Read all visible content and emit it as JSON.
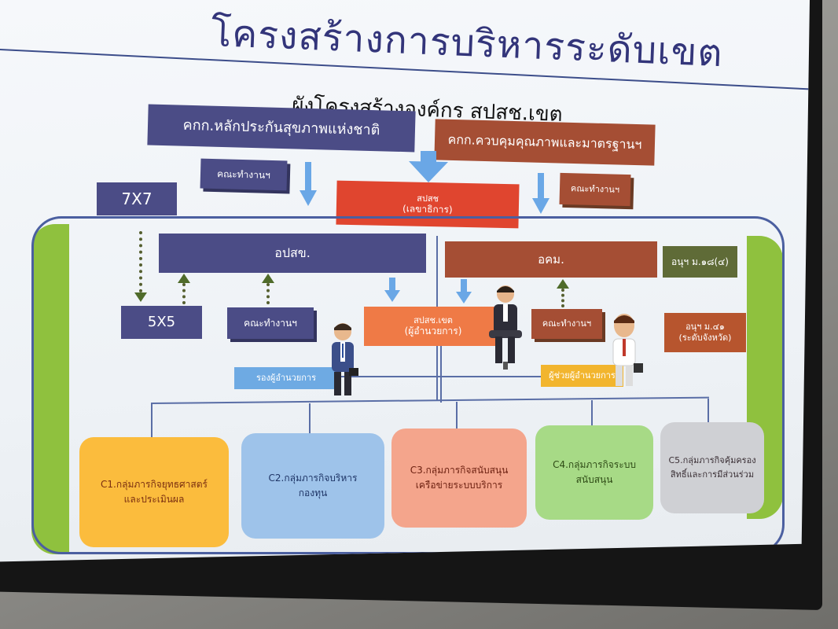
{
  "slide": {
    "title": "โครงสร้างการบริหารระดับเขต",
    "subtitle": "ผังโครงสร้างองค์กร สปสช.เขต"
  },
  "top_committees": {
    "left": "คกก.หลักประกันสุขภาพแห่งชาติ",
    "right": "คกก.ควบคุมคุณภาพและมาตรฐานฯ"
  },
  "working_groups": {
    "top_left": "คณะทำงานฯ",
    "top_right": "คณะทำงานฯ",
    "mid_left": "คณะทำงานฯ",
    "mid_right": "คณะทำงานฯ"
  },
  "central": {
    "label": "สปสช",
    "sub": "(เลขาธิการ)"
  },
  "badges": {
    "seven": "7X7",
    "five": "5X5"
  },
  "boards": {
    "left": "อปสข.",
    "right": "อคม.",
    "subcommittee_1": "อนุฯ ม.๑๘(๔)",
    "subcommittee_2_line1": "อนุฯ ม.๔๑",
    "subcommittee_2_line2": "(ระดับจังหวัด)"
  },
  "regional": {
    "label": "สปสช.เขต",
    "sub": "(ผู้อำนวยการ)"
  },
  "deputies": {
    "left": "รองผู้อำนวยการ",
    "right": "ผู้ช่วยผู้อำนวยการ"
  },
  "groups": [
    {
      "line1": "C1.กลุ่มภารกิจยุทธศาสตร์",
      "line2": "และประเมินผล"
    },
    {
      "line1": "C2.กลุ่มภารกิจบริหาร",
      "line2": "กองทุน"
    },
    {
      "line1": "C3.กลุ่มภารกิจสนับสนุน",
      "line2": "เครือข่ายระบบบริการ"
    },
    {
      "line1": "C4.กลุ่มภารกิจระบบ",
      "line2": "สนับสนุน"
    },
    {
      "line1": "C5.กลุ่มภารกิจคุ้มครอง",
      "line2": "สิทธิ์และการมีส่วนร่วม"
    }
  ],
  "colors": {
    "navy": "#4b4c86",
    "rust": "#a54e34",
    "orange": "#ef7a46",
    "green": "#8fc13e"
  }
}
